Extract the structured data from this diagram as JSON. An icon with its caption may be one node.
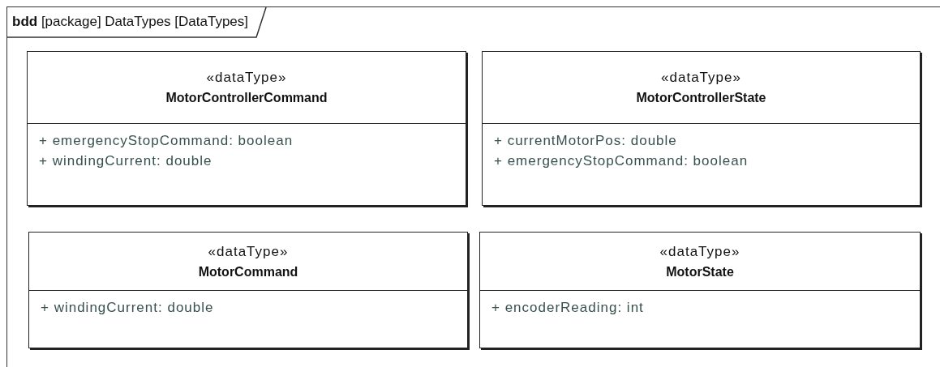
{
  "diagram": {
    "nodes": [
      {
        "text": [
          "**bdd** [package] DataTypes [DataTypes]"
        ]
      },
      {
        "text": [
          "«dataType»",
          "MotorControllerCommand",
          "+ emergencyStopCommand: boolean",
          "+ windingCurrent: double"
        ],
        "in": 0
      },
      {
        "text": [
          "«dataType»",
          "MotorControllerState",
          "+ currentMotorPos: double",
          "+ emergencyStopCommand: boolean"
        ],
        "in": 0
      },
      {
        "text": [
          "«dataType»",
          "MotorCommand",
          "+ windingCurrent: double"
        ],
        "in": 0
      },
      {
        "text": [
          "«dataType»",
          "MotorState",
          "+ encoderReading: int"
        ],
        "in": 0
      }
    ]
  }
}
